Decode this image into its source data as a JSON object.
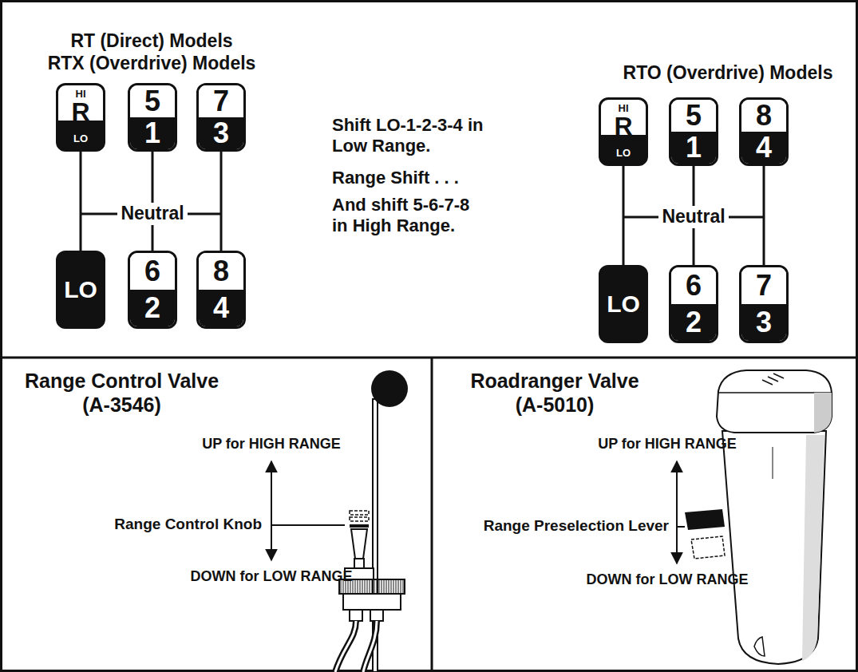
{
  "diagram": {
    "nodes": [
      {
        "text": [
          "HI",
          "R",
          "LO"
        ]
      },
      {
        "text": [
          "5",
          "1"
        ]
      },
      {
        "text": [
          "7",
          "3"
        ]
      },
      {
        "text": [
          "LO"
        ]
      },
      {
        "text": [
          "6",
          "2"
        ]
      },
      {
        "text": [
          "8",
          "4"
        ]
      },
      {
        "text": [
          "HI",
          "R",
          "LO"
        ]
      },
      {
        "text": [
          "5",
          "1"
        ]
      },
      {
        "text": [
          "8",
          "4"
        ]
      },
      {
        "text": [
          "LO"
        ]
      },
      {
        "text": [
          "6",
          "2"
        ]
      },
      {
        "text": [
          "7",
          "3"
        ]
      }
    ],
    "edges": [
      {
        "from": 0,
        "to": 3,
        "arrow": "none"
      },
      {
        "from": 1,
        "to": 4,
        "arrow": "none"
      },
      {
        "from": 2,
        "to": 5,
        "arrow": "none"
      },
      {
        "from": 6,
        "to": 9,
        "arrow": "none"
      },
      {
        "from": 7,
        "to": 10,
        "arrow": "none"
      },
      {
        "from": 8,
        "to": 11,
        "arrow": "none"
      }
    ],
    "labels": [
      "RT (Direct) Models",
      "RTX (Overdrive) Models",
      "RTO (Overdrive) Models",
      "Neutral",
      "Neutral",
      "Shift LO-1-2-3-4 in Low Range.",
      "Range Shift . . .",
      "And shift 5-6-7-8 in High Range.",
      "Range Control Valve (A-3546)",
      "UP for HIGH RANGE",
      "Range Control Knob",
      "DOWN for LOW RANGE",
      "Roadranger Valve (A-5010)",
      "UP for HIGH RANGE",
      "Range Preselection Lever",
      "DOWN for LOW RANGE"
    ]
  }
}
